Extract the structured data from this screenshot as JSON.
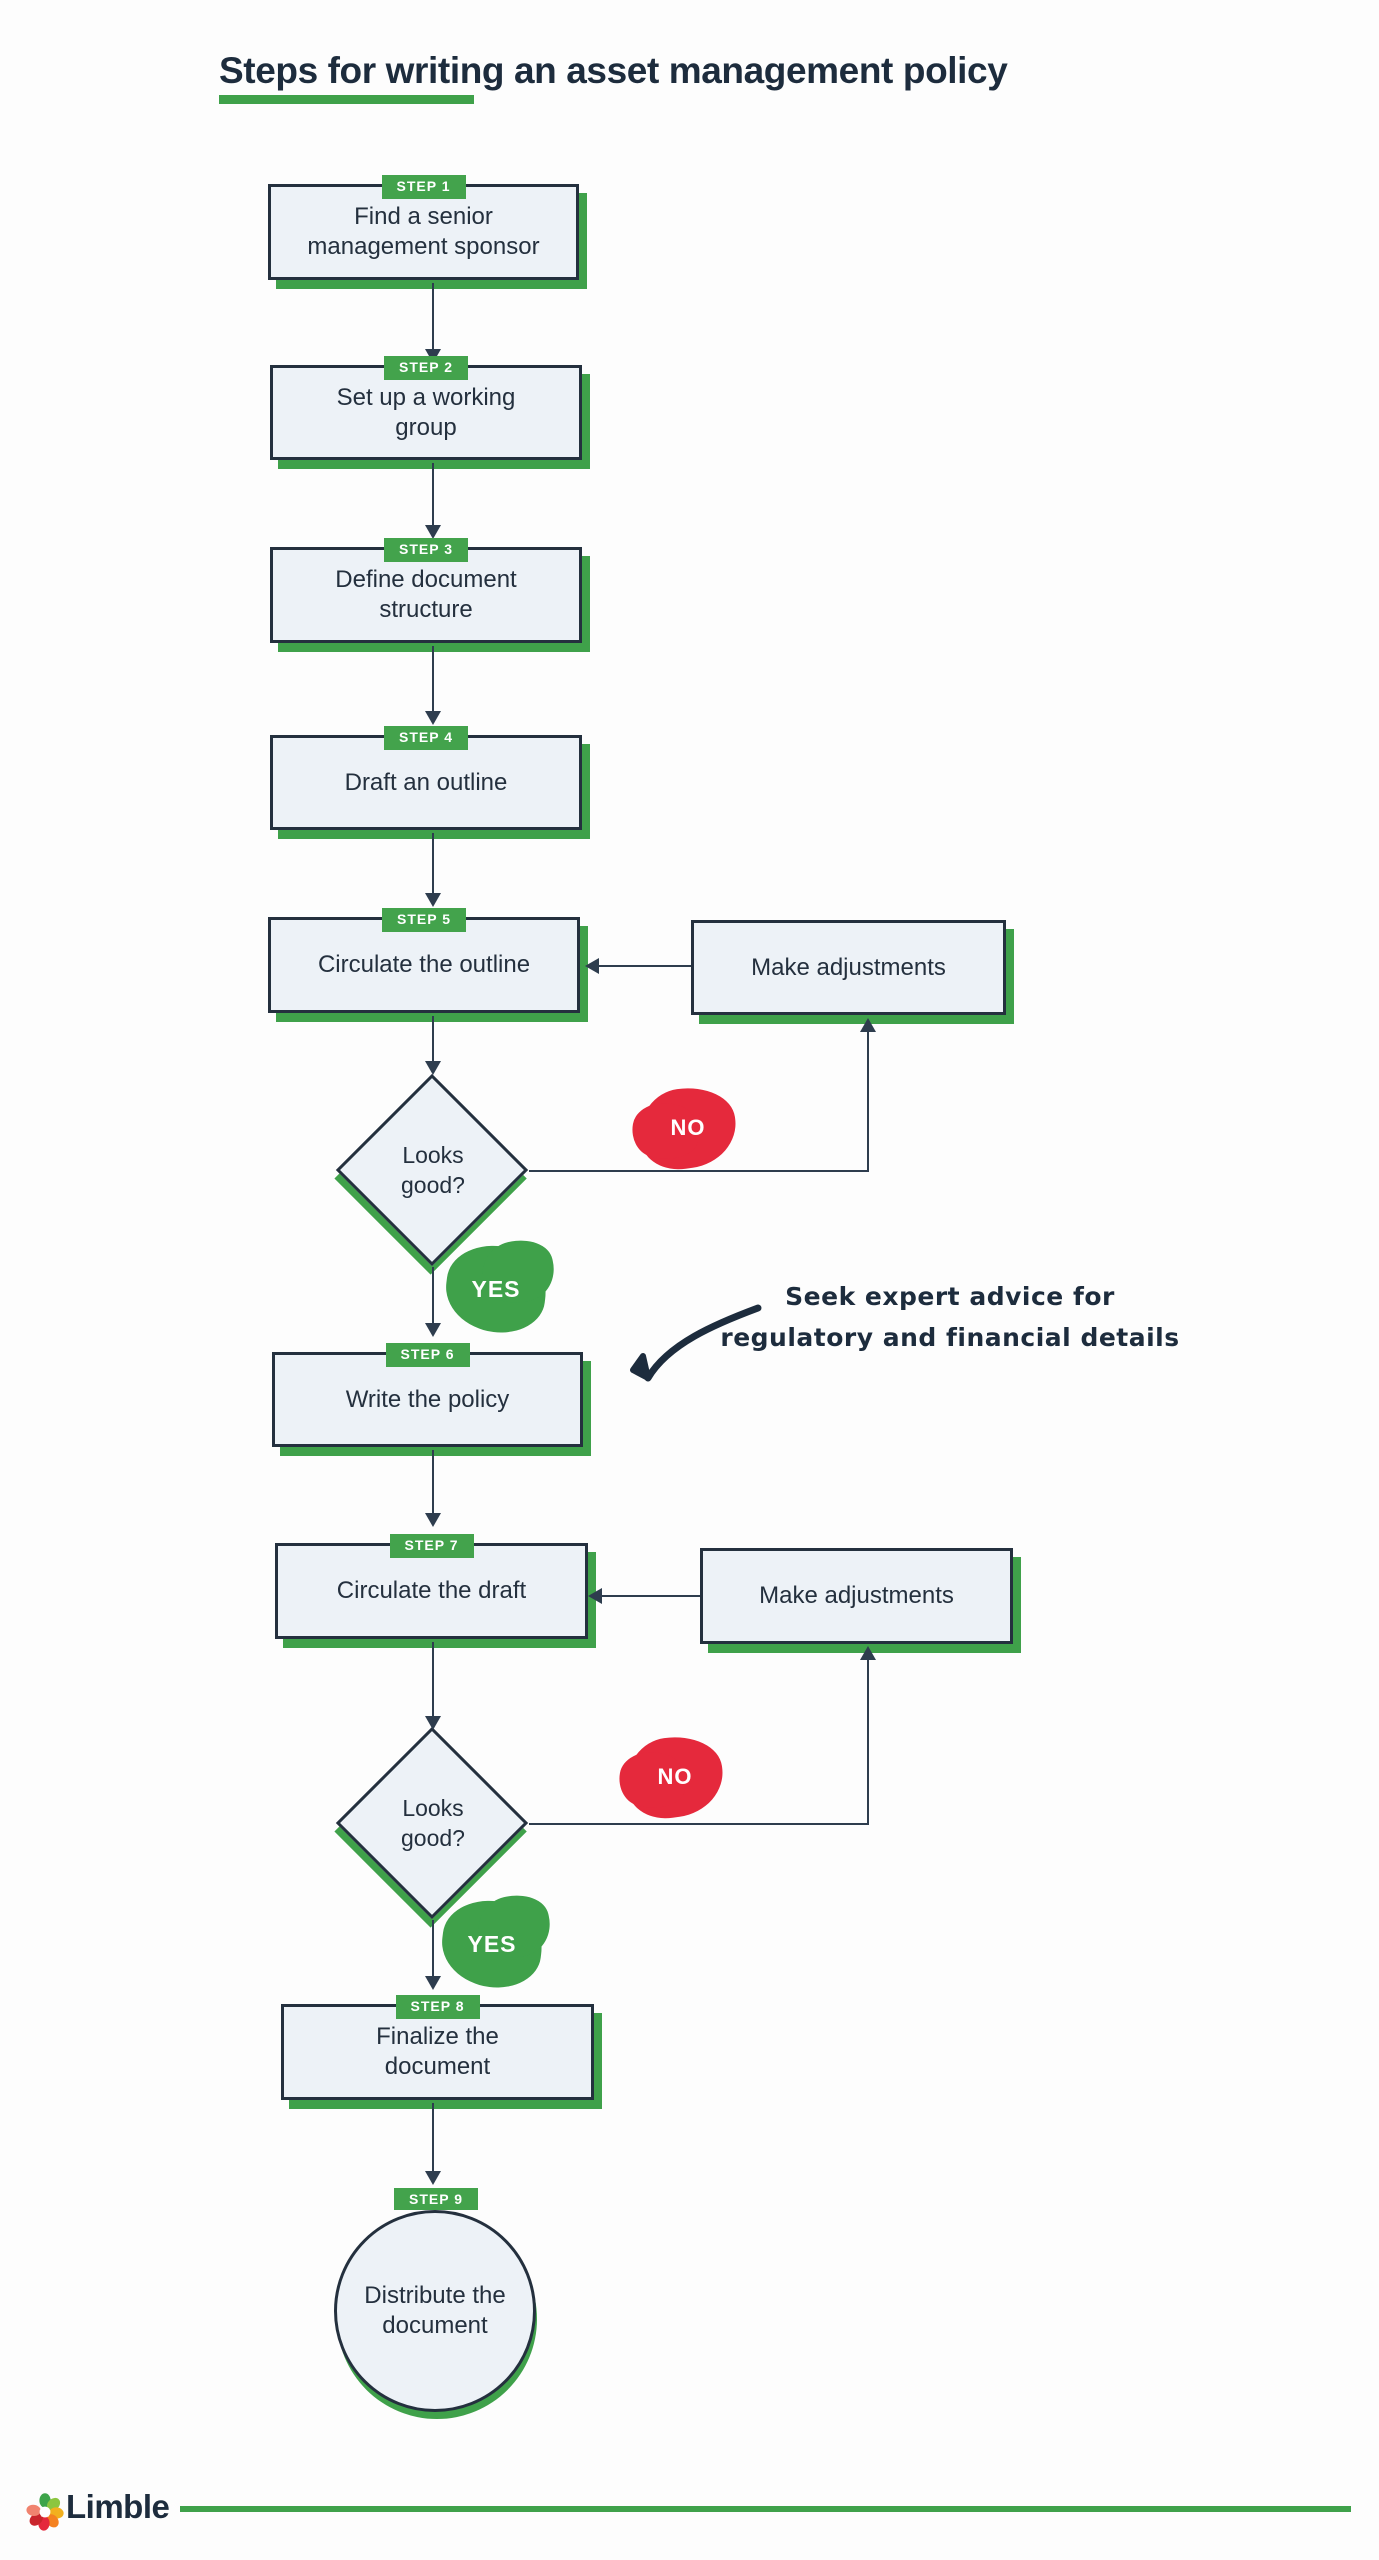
{
  "title": "Steps for writing an asset management policy",
  "steps": [
    {
      "badge": "STEP 1",
      "label": "Find a senior management sponsor"
    },
    {
      "badge": "STEP 2",
      "label": "Set up a working group"
    },
    {
      "badge": "STEP 3",
      "label": "Define document structure"
    },
    {
      "badge": "STEP 4",
      "label": "Draft an outline"
    },
    {
      "badge": "STEP 5",
      "label": "Circulate the outline"
    },
    {
      "badge": "STEP 6",
      "label": "Write the policy"
    },
    {
      "badge": "STEP 7",
      "label": "Circulate the draft"
    },
    {
      "badge": "STEP 8",
      "label": "Finalize the document"
    },
    {
      "badge": "STEP 9",
      "label": "Distribute the document"
    }
  ],
  "adjust_boxes": [
    {
      "label": "Make adjustments"
    },
    {
      "label": "Make adjustments"
    }
  ],
  "decisions": [
    {
      "label": "Looks good?",
      "yes": "YES",
      "no": "NO"
    },
    {
      "label": "Looks good?",
      "yes": "YES",
      "no": "NO"
    }
  ],
  "annotation": {
    "line1": "Seek expert advice for",
    "line2": "regulatory and financial details"
  },
  "footer": {
    "brand": "Limble"
  },
  "icons": {
    "brand_logo": "limble-pinwheel-gear-icon",
    "annotation_pointer": "curved-hand-drawn-arrow-icon"
  },
  "colors": {
    "accent_green": "#3fa14a",
    "badge_green": "#43a34c",
    "no_red": "#e5293c",
    "navy_text": "#1d2c3d",
    "box_fill": "#edf2f7",
    "line": "#2e3d4e"
  }
}
